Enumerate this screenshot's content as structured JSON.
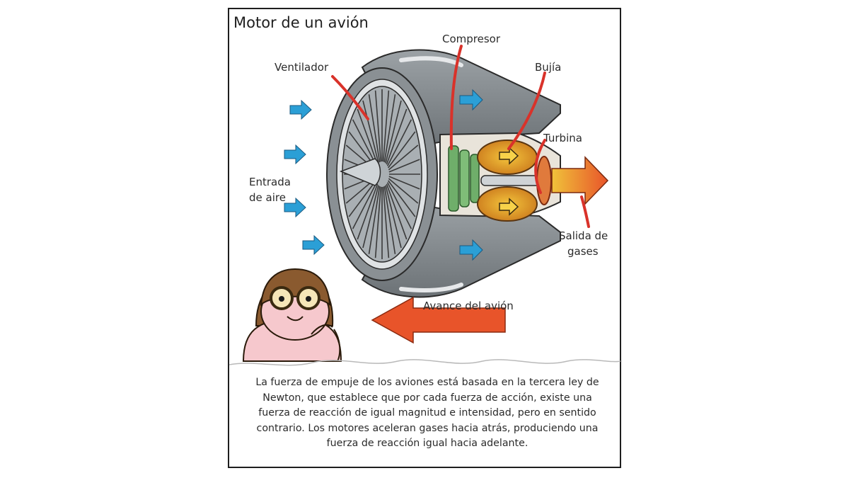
{
  "diagram": {
    "title": "Motor de un avión",
    "labels": {
      "ventilador": "Ventilador",
      "compresor": "Compresor",
      "bujia": "Bujía",
      "turbina": "Turbina",
      "entrada_line1": "Entrada",
      "entrada_line2": "de aire",
      "salida_line1": "Salida de",
      "salida_line2": "gases",
      "avance": "Avance del avión"
    },
    "caption": "La fuerza de empuje de los aviones está basada en la tercera ley de Newton, que establece que por cada fuerza de acción, existe una fuerza de reacción de igual magnitud e intensidad, pero en sentido contrario. Los motores aceleran gases hacia atrás, produciendo una fuerza de reacción igual hacia adelante.",
    "colors": {
      "air_arrow": "#2b9fd6",
      "thrust_arrow": "#e8542a",
      "callout_line": "#d9322a",
      "engine_gray": "#7d8388",
      "exhaust": "#f4a623"
    }
  }
}
